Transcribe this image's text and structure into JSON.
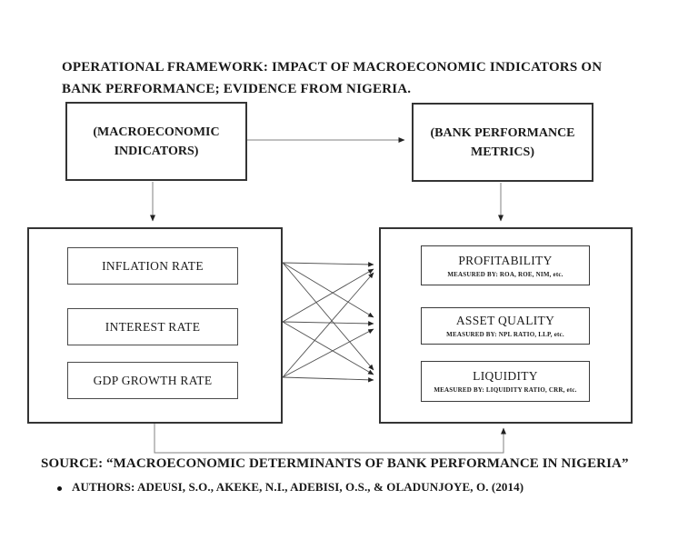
{
  "title": "OPERATIONAL FRAMEWORK: IMPACT OF MACROECONOMIC INDICATORS ON BANK PERFORMANCE; EVIDENCE FROM NIGERIA.",
  "concept_boxes": {
    "macroeconomic": "(MACROECONOMIC INDICATORS)",
    "bank_performance": "(BANK PERFORMANCE METRICS)"
  },
  "indicators": {
    "items": [
      {
        "label": "INFLATION RATE"
      },
      {
        "label": "INTEREST RATE"
      },
      {
        "label": "GDP GROWTH RATE"
      }
    ]
  },
  "metrics": {
    "items": [
      {
        "label": "PROFITABILITY",
        "measured_by": "MEASURED BY: ROA, ROE, NIM, etc."
      },
      {
        "label": "ASSET QUALITY",
        "measured_by": "MEASURED BY: NPL RATIO, LLP, etc."
      },
      {
        "label": "LIQUIDITY",
        "measured_by": "MEASURED BY: LIQUIDITY RATIO, CRR, etc."
      }
    ]
  },
  "footer": {
    "source": "SOURCE: “MACROECONOMIC DETERMINANTS OF BANK PERFORMANCE IN NIGERIA”",
    "authors": "AUTHORS: ADEUSI, S.O., AKEKE, N.I., ADEBISI, O.S., & OLADUNJOYE, O. (2014)"
  },
  "colors": {
    "ink": "#1a1a1a",
    "border": "#343434",
    "connector": "#828282",
    "diagonal": "#4f4f4f",
    "background": "#ffffff"
  }
}
